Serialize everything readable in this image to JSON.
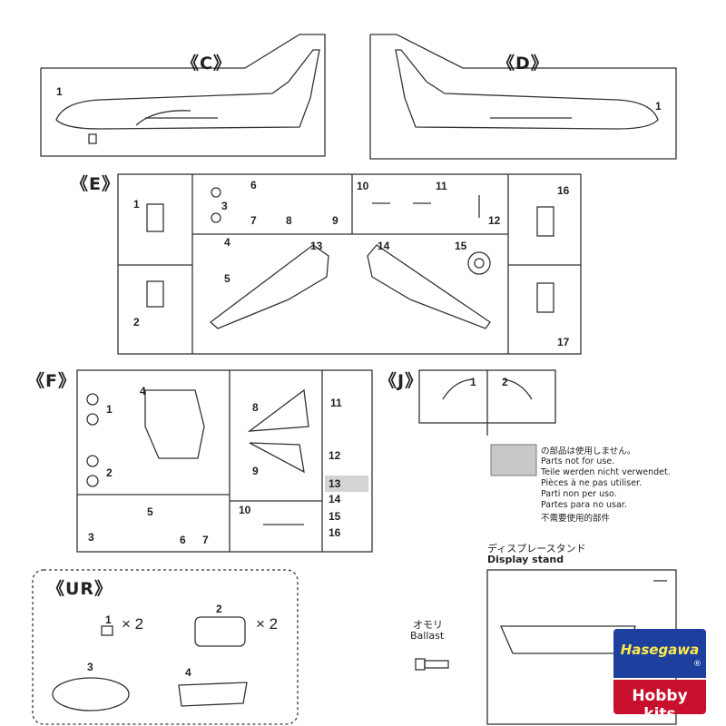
{
  "sections": {
    "c": "《C》",
    "d": "《D》",
    "e": "《E》",
    "f": "《F》",
    "j": "《J》",
    "ur": "《UR》"
  },
  "parts": {
    "c1": "1",
    "d1": "1",
    "e": [
      "1",
      "2",
      "3",
      "4",
      "5",
      "6",
      "7",
      "8",
      "9",
      "10",
      "11",
      "12",
      "13",
      "14",
      "15",
      "16",
      "17"
    ],
    "f": [
      "1",
      "2",
      "3",
      "4",
      "5",
      "6",
      "7",
      "8",
      "9",
      "10",
      "11",
      "12",
      "13",
      "14",
      "15",
      "16"
    ],
    "j": [
      "1",
      "2"
    ],
    "ur": {
      "p1": "1",
      "p1_qty": "× 2",
      "p2": "2",
      "p2_qty": "× 2",
      "p3": "3",
      "p4": "4"
    }
  },
  "not_used_legend": [
    "の部品は使用しません。",
    "Parts not for use.",
    "Teile werden nicht verwendet.",
    "Pièces à ne pas utiliser.",
    "Parti non per uso.",
    "Partes para no usar.",
    "不需要使用的部件"
  ],
  "display_stand": {
    "jp": "ディスプレースタンド",
    "en": "Display stand"
  },
  "ballast": {
    "jp": "オモリ",
    "en": "Ballast"
  },
  "logo": {
    "brand": "Hasegawa",
    "registered": "®",
    "tagline": "Hobby kits"
  },
  "colors": {
    "line": "#333333",
    "highlight": "#c8c8c8",
    "logo_blue": "#1d3f9e",
    "logo_red": "#c8102e",
    "logo_yellow": "#ffe94a"
  }
}
